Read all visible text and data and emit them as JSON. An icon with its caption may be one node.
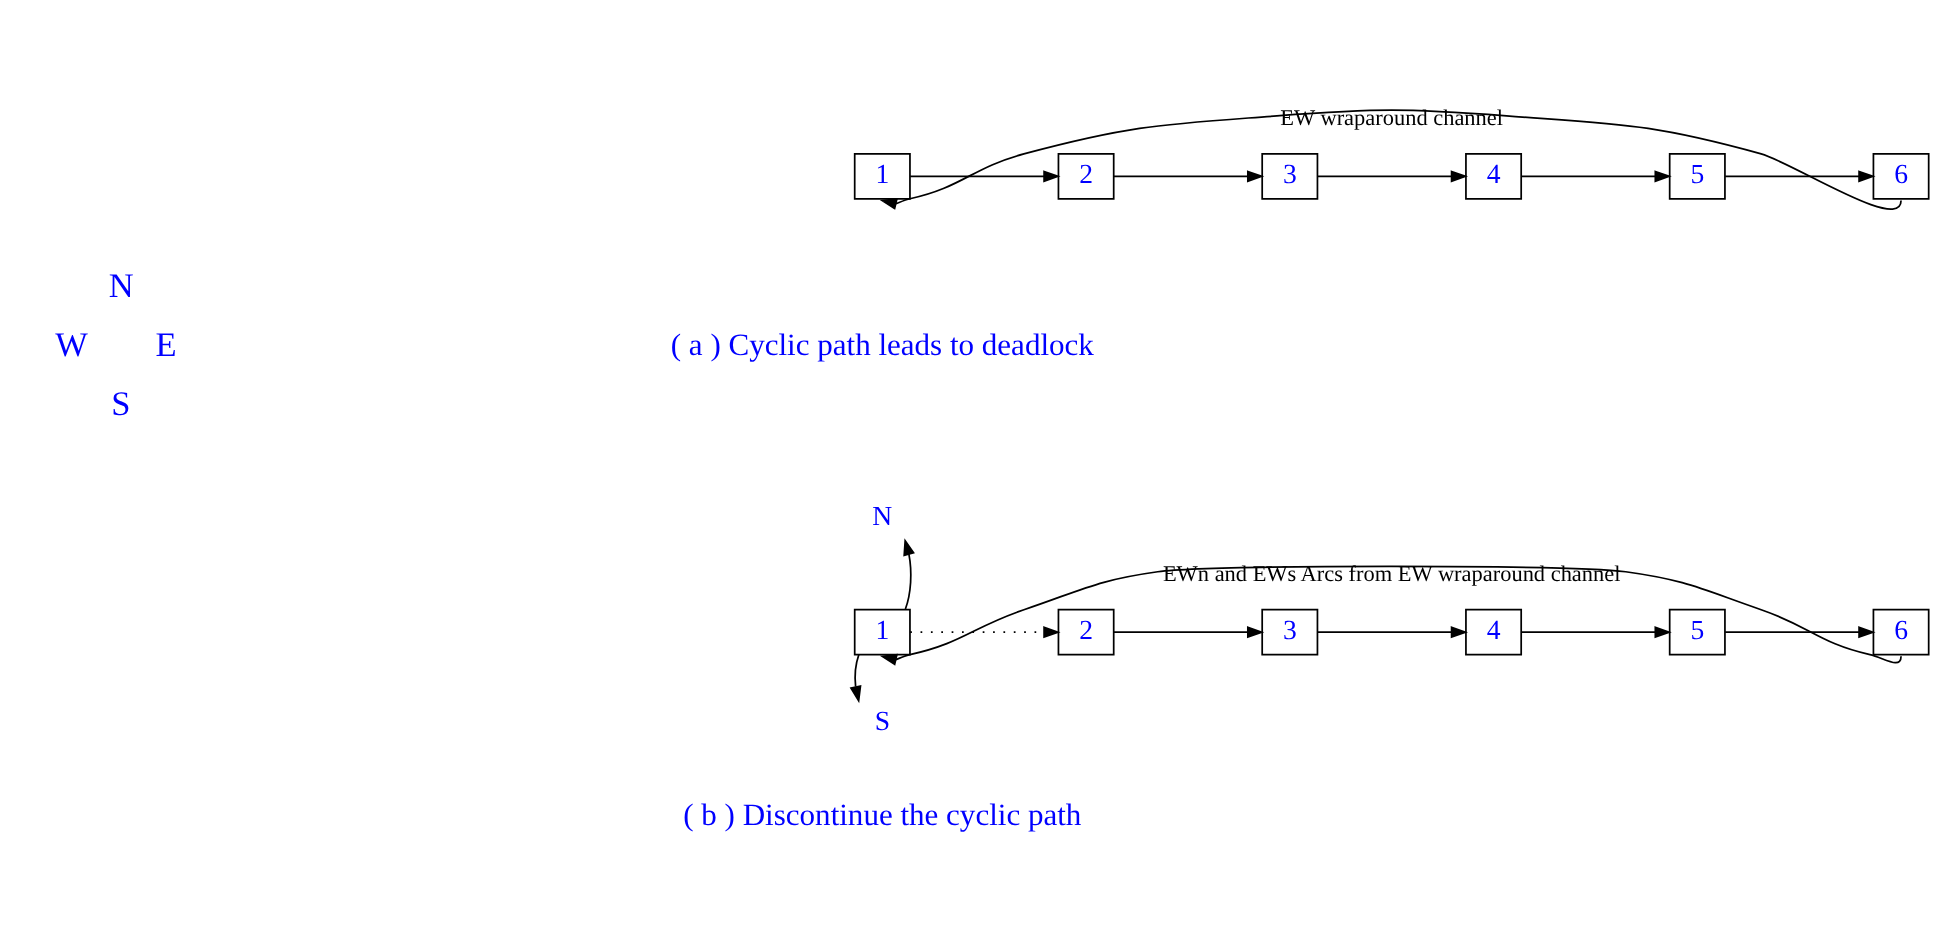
{
  "diagram": {
    "nodes": [
      {
        "text": [
          "1"
        ]
      },
      {
        "text": [
          "2"
        ]
      },
      {
        "text": [
          "3"
        ]
      },
      {
        "text": [
          "4"
        ]
      },
      {
        "text": [
          "5"
        ]
      },
      {
        "text": [
          "6"
        ]
      },
      {
        "text": [
          "1"
        ]
      },
      {
        "text": [
          "2"
        ]
      },
      {
        "text": [
          "3"
        ]
      },
      {
        "text": [
          "4"
        ]
      },
      {
        "text": [
          "5"
        ]
      },
      {
        "text": [
          "6"
        ]
      },
      {
        "text": [
          "N"
        ]
      },
      {
        "text": [
          "S"
        ]
      }
    ],
    "edges": [
      {
        "from": 0,
        "to": 1,
        "arrow": "to"
      },
      {
        "from": 1,
        "to": 2,
        "arrow": "to"
      },
      {
        "from": 2,
        "to": 3,
        "arrow": "to"
      },
      {
        "from": 3,
        "to": 4,
        "arrow": "to"
      },
      {
        "from": 4,
        "to": 5,
        "arrow": "to"
      },
      {
        "from": 5,
        "to": 0,
        "arrow": "to",
        "label": "EW wraparound channel"
      },
      {
        "from": 6,
        "to": 7,
        "arrow": "to",
        "style": "dashed"
      },
      {
        "from": 7,
        "to": 8,
        "arrow": "to"
      },
      {
        "from": 8,
        "to": 9,
        "arrow": "to"
      },
      {
        "from": 9,
        "to": 10,
        "arrow": "to"
      },
      {
        "from": 10,
        "to": 11,
        "arrow": "to"
      },
      {
        "from": 11,
        "to": 6,
        "arrow": "to",
        "label": "EWn and EWs Arcs from EW wraparound channel"
      },
      {
        "from": 6,
        "to": 12,
        "arrow": "to"
      },
      {
        "from": 6,
        "to": 13,
        "arrow": "to"
      }
    ],
    "labels": [
      "N",
      "W",
      "E",
      "S",
      "( a ) Cyclic path leads to deadlock",
      "( b ) Discontinue the cyclic path"
    ]
  }
}
